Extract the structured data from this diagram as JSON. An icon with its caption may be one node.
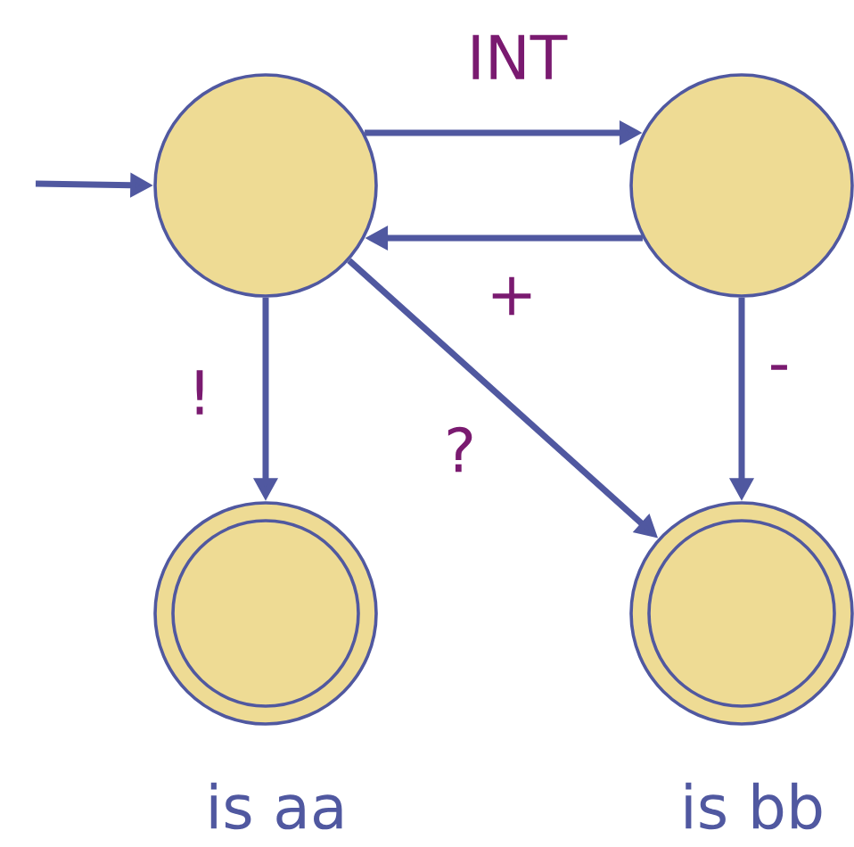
{
  "diagram": {
    "nodes": [
      {
        "text": [],
        "shape": "circle"
      },
      {
        "text": [],
        "shape": "circle"
      },
      {
        "text": [],
        "shape": "double-circle",
        "beside": [
          "is aa"
        ]
      },
      {
        "text": [],
        "shape": "double-circle",
        "beside": [
          "is bb"
        ]
      }
    ],
    "edges": [
      {
        "from": null,
        "to": 0,
        "arrow": "to"
      },
      {
        "from": 0,
        "to": 1,
        "arrow": "to",
        "label": "INT"
      },
      {
        "from": 1,
        "to": 0,
        "arrow": "to",
        "label": "+"
      },
      {
        "from": 0,
        "to": 2,
        "arrow": "to",
        "label": "!"
      },
      {
        "from": 1,
        "to": 3,
        "arrow": "to",
        "label": "-"
      },
      {
        "from": 0,
        "to": 3,
        "arrow": "to",
        "label": "?"
      }
    ]
  }
}
